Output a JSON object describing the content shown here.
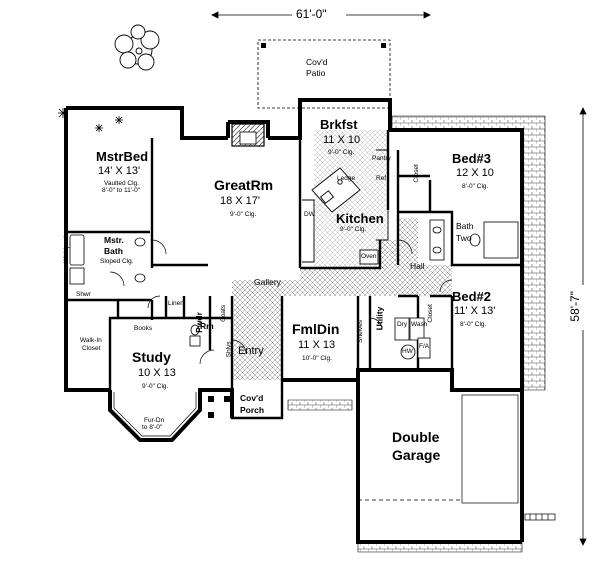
{
  "dimensions": {
    "width": "61'-0\"",
    "depth": "58'-7\""
  },
  "rooms": {
    "covd_patio": {
      "name_line1": "Cov'd",
      "name_line2": "Patio"
    },
    "brkfst": {
      "name": "Brkfst",
      "size": "11 X 10",
      "ceiling": "9'-0\" Clg."
    },
    "pantry": {
      "name": "Pantry"
    },
    "ledge": {
      "name": "Ledge"
    },
    "ref": {
      "name": "Ref"
    },
    "dw": {
      "name": "DW"
    },
    "oven": {
      "name": "Oven"
    },
    "mstr_bed": {
      "name": "MstrBed",
      "size": "14' X 13'",
      "ceiling_line1": "Vaulted Clg.",
      "ceiling_line2": "8'-0\" to 11'-0\""
    },
    "great_rm": {
      "name": "GreatRm",
      "size": "18 X 17'",
      "ceiling": "9'-0\" Clg."
    },
    "kitchen": {
      "name": "Kitchen",
      "ceiling": "9'-0\" Clg."
    },
    "bed3": {
      "name": "Bed#3",
      "size": "12 X 10",
      "ceiling": "8'-0\" Clg.",
      "closet": "Closet"
    },
    "bath_two": {
      "name_line1": "Bath",
      "name_line2": "Two"
    },
    "mstr_bath": {
      "name_line1": "Mstr.",
      "name_line2": "Bath",
      "ceiling": "Sloped Clg.",
      "whirlpool": "Whirlpool",
      "shower": "Shwr"
    },
    "walk_in_closet": {
      "name_line1": "Walk-In",
      "name_line2": "Closet"
    },
    "gallery": {
      "name": "Gallery"
    },
    "hall": {
      "name": "Hall"
    },
    "bed2": {
      "name": "Bed#2",
      "size": "11' X 13'",
      "ceiling": "8'-0\" Clg.",
      "closet": "Closet"
    },
    "linen": {
      "name": "Linen"
    },
    "pwdr_rm": {
      "name_line1": "Pwdr",
      "name_line2": "Rm"
    },
    "coats": {
      "name": "Coats"
    },
    "books": {
      "name": "Books"
    },
    "fml_din": {
      "name": "FmlDin",
      "size": "11 X 13",
      "ceiling": "10'-0\" Clg."
    },
    "utility": {
      "name": "Utility",
      "shelves": "Shelves",
      "dryer": "Dry",
      "washer": "Wash",
      "water_heater": "HW",
      "furnace": "F/A"
    },
    "study": {
      "name": "Study",
      "size": "10 X 13",
      "ceiling": "9'-0\" Clg.",
      "ceiling2_line1": "Fur-Dn",
      "ceiling2_line2": "to 8'-0\""
    },
    "entry": {
      "name": "Entry",
      "shelves": "Shlvs"
    },
    "covd_porch": {
      "name_line1": "Cov'd",
      "name_line2": "Porch"
    },
    "double_garage": {
      "name_line1": "Double",
      "name_line2": "Garage"
    }
  }
}
